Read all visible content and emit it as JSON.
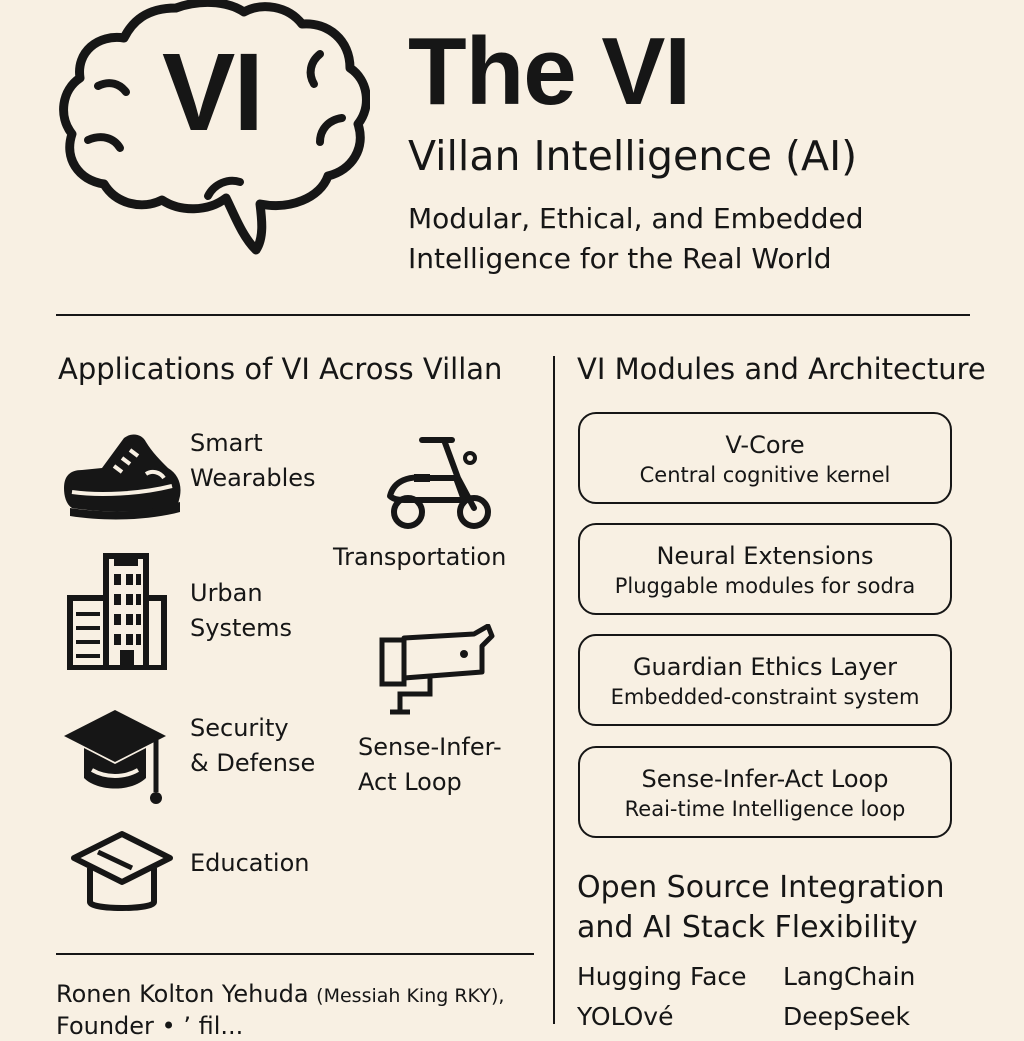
{
  "header": {
    "logo_text": "VI",
    "title": "The VI",
    "subtitle": "Villan Intelligence (AI)",
    "tagline_lines": [
      "Modular, Ethical, and Embedded",
      "Intelligence for the Real World"
    ]
  },
  "applications": {
    "heading": "Applications of VI Across Villan",
    "items": [
      {
        "icon": "sneaker-icon",
        "label_lines": [
          "Smart",
          "Wearables"
        ]
      },
      {
        "icon": "building-icon",
        "label_lines": [
          "Urban",
          "Systems"
        ]
      },
      {
        "icon": "graduation-cap-icon",
        "label_lines": [
          "Security",
          "& Defense"
        ]
      },
      {
        "icon": "graduation-cap-outline-icon",
        "label_lines": [
          "Education"
        ]
      },
      {
        "icon": "scooter-icon",
        "label_lines": [
          "Transportation"
        ]
      },
      {
        "icon": "security-camera-icon",
        "label_lines": [
          "Sense-Infer-",
          "Act Loop"
        ]
      }
    ]
  },
  "modules": {
    "heading": "VI Modules and Architecture",
    "items": [
      {
        "name": "V-Core",
        "desc": "Central cognitive kernel"
      },
      {
        "name": "Neural Extensions",
        "desc": "Pluggable modules for sodra"
      },
      {
        "name": "Guardian Ethics Layer",
        "desc": "Embedded-constraint system"
      },
      {
        "name": "Sense-Infer-Act Loop",
        "desc": "Reai-time Intelligence loop"
      }
    ]
  },
  "open_source": {
    "heading_lines": [
      "Open Source Integration",
      "and AI Stack Flexibility"
    ],
    "libraries": [
      "Hugging Face",
      "LangChain",
      "YOLOvé",
      "DeepSeek"
    ]
  },
  "footer": {
    "author": "Ronen Kolton Yehuda",
    "author_note": "(Messiah King RKY),",
    "second_line": "Founder • ’ fil..."
  },
  "colors": {
    "background": "#f8f0e3",
    "ink": "#161616"
  }
}
